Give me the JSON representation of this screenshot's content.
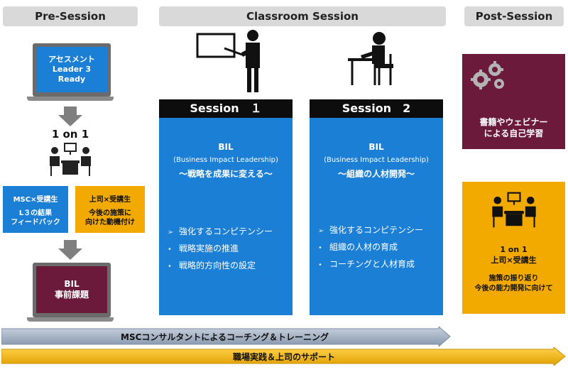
{
  "headers": {
    "pre": "Pre-Session",
    "classroom": "Classroom Session",
    "post": "Post-Session"
  },
  "pre": {
    "assessment": "アセスメント\nLeader 3\nReady",
    "one_on_one": "1 on 1",
    "msc_box": {
      "title": "MSC×受講生",
      "body": "L３の結果\nフィードバック"
    },
    "boss_box": {
      "title": "上司×受講生",
      "body": "今後の施策に\n向けた動機付け"
    },
    "bil_prework": "BIL\n事前課題"
  },
  "sessions": [
    {
      "head": "Session　１",
      "title": "BIL",
      "subtitle": "(Business Impact Leadership)",
      "theme": "～戦略を成果に変える～",
      "bullets": [
        {
          "marker": "arrow",
          "text": "強化するコンピテンシー"
        },
        {
          "marker": "dot",
          "text": "戦略実施の推進"
        },
        {
          "marker": "dot",
          "text": "戦略的方向性の設定"
        }
      ]
    },
    {
      "head": "Session　2",
      "title": "BIL",
      "subtitle": "(Business Impact Leadership)",
      "theme": "～組織の人材開発～",
      "bullets": [
        {
          "marker": "arrow",
          "text": "強化するコンピテンシー"
        },
        {
          "marker": "dot",
          "text": "組織の人材の育成"
        },
        {
          "marker": "dot",
          "text": "コーチングと人材育成"
        }
      ]
    }
  ],
  "post": {
    "self_study": "書籍やウェビナー\nによる自己学習",
    "one_on_one_title": "1 on 1\n上司×受講生",
    "one_on_one_body": "施策の振り返り\n今後の能力開発に向けて"
  },
  "bars": {
    "coaching": "MSCコンサルタントによるコーチング＆トレーニング",
    "support": "職場実践＆上司のサポート"
  },
  "colors": {
    "header_gray": "#d9d9d9",
    "blue": "#1c7fd6",
    "gold": "#f2a900",
    "maroon": "#6b1a3c",
    "dark": "#0d0d0d"
  }
}
